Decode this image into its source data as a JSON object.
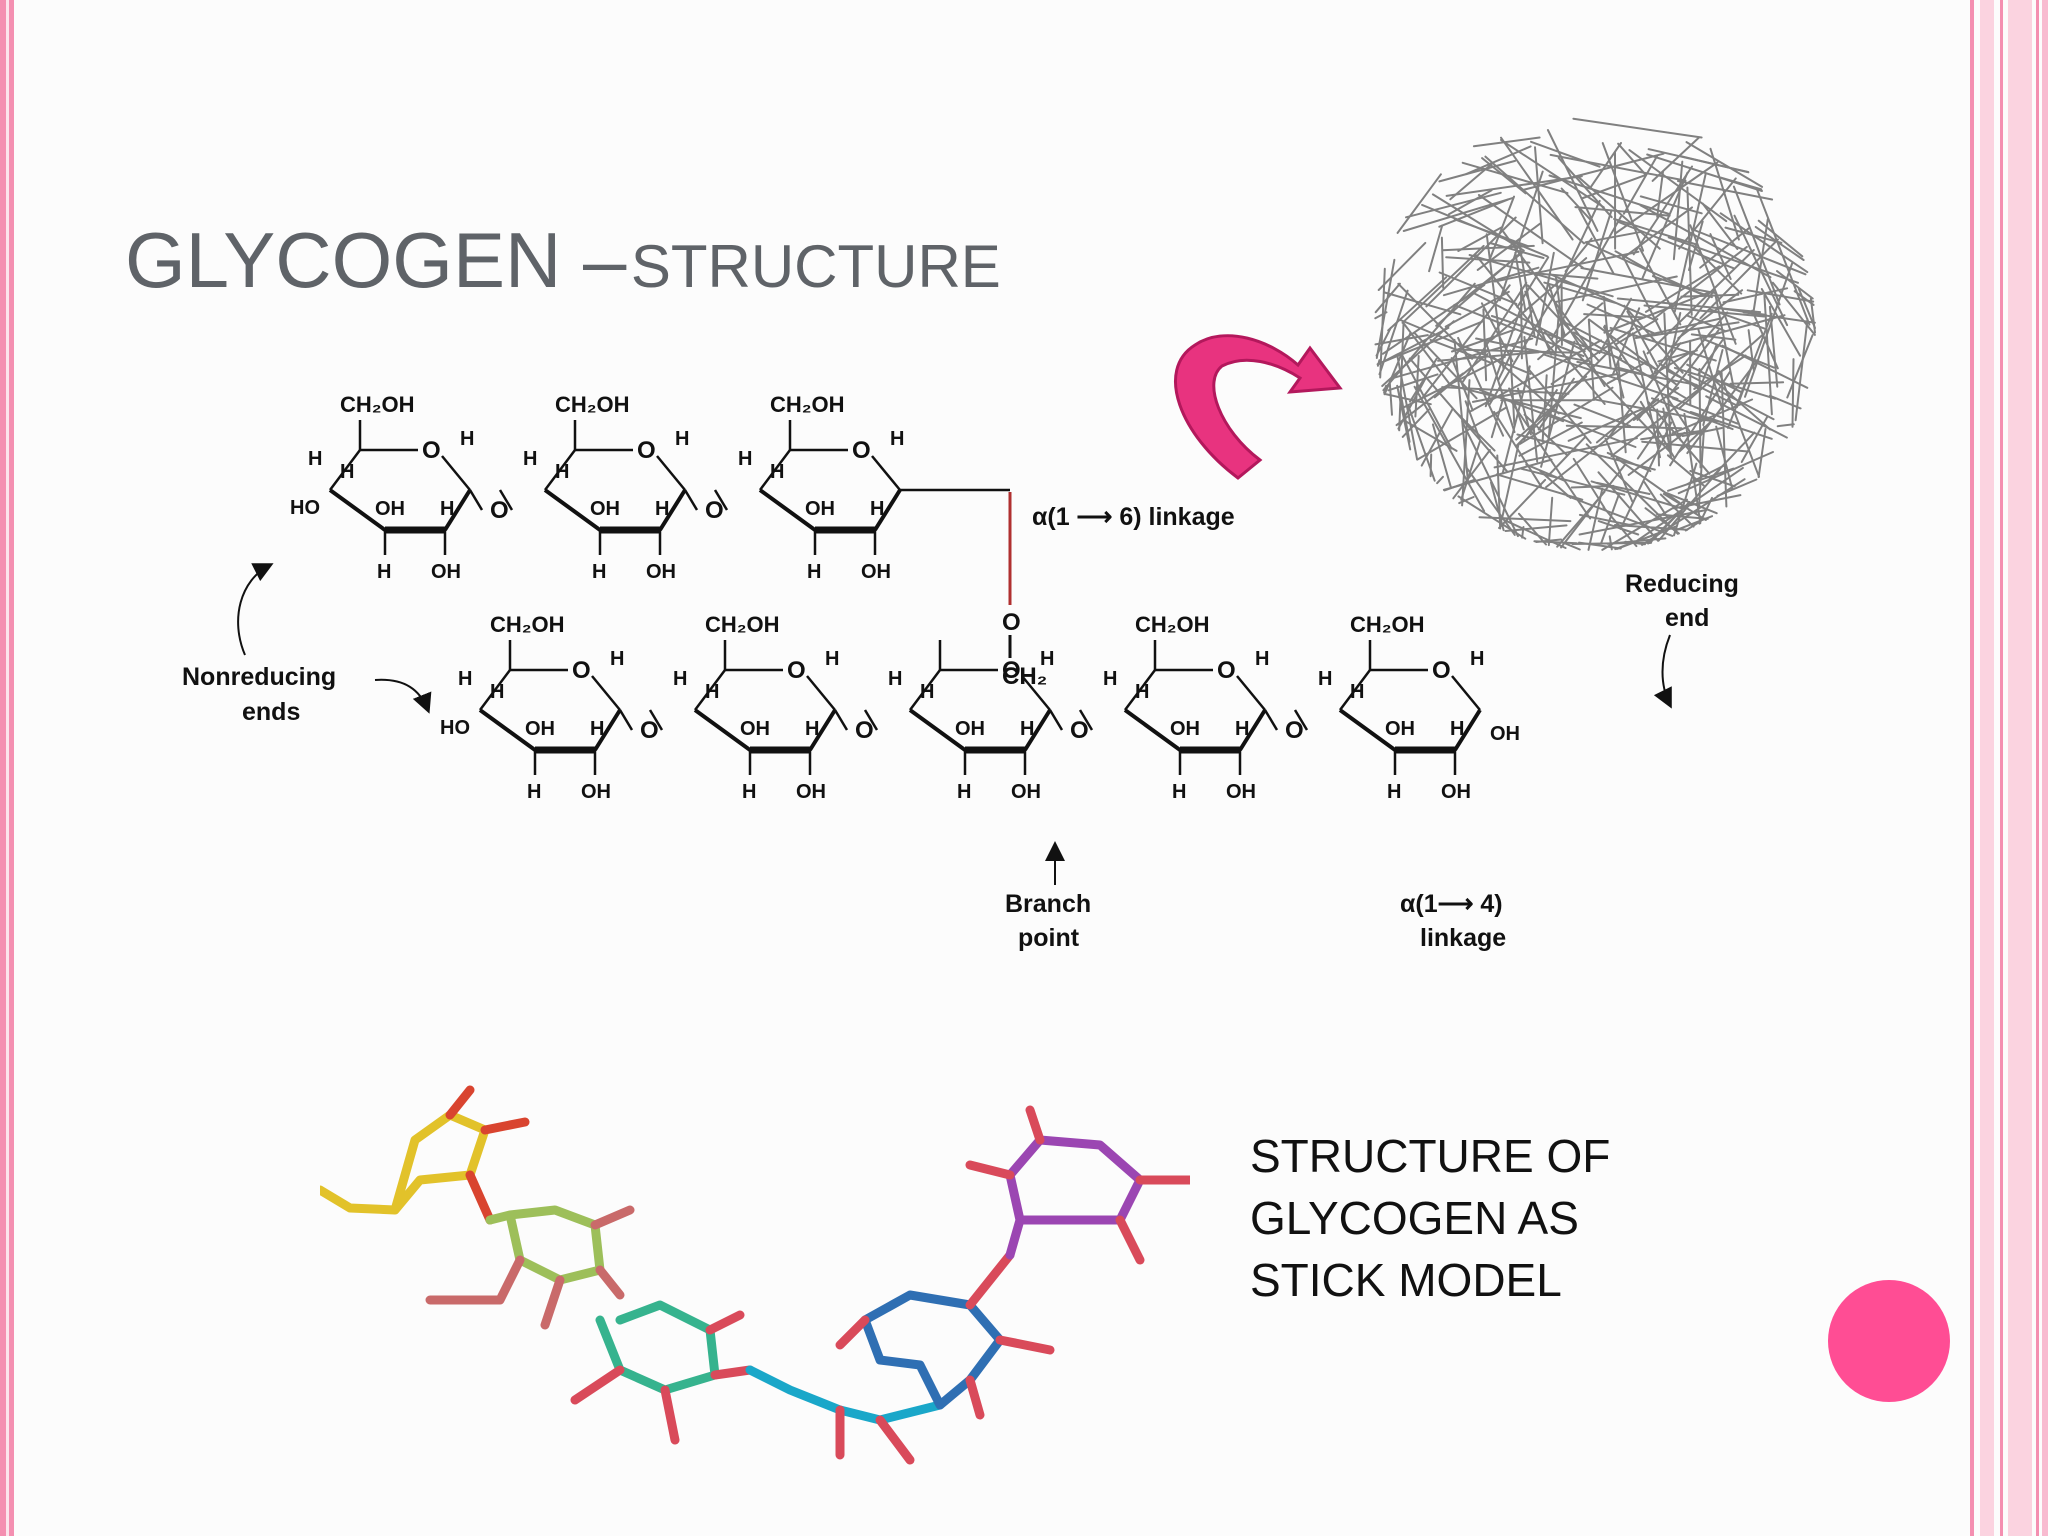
{
  "slide": {
    "title_main": "GLYCOGEN –",
    "title_sub": "STRUCTURE",
    "caption_lines": [
      "STRUCTURE OF",
      "GLYCOGEN AS",
      "STICK MODEL"
    ]
  },
  "diagram": {
    "labels": {
      "nonreducing": [
        "Nonreducing",
        "ends"
      ],
      "reducing": [
        "Reducing",
        "end"
      ],
      "branch": [
        "Branch",
        "point"
      ],
      "linkage16": "α(1 ⟶ 6) linkage",
      "linkage14": [
        "α(1⟶ 4)",
        "linkage"
      ],
      "ch2oh": "CH₂OH",
      "ch2": "CH₂",
      "o": "O",
      "h": "H",
      "oh": "OH",
      "ho": "HO"
    }
  },
  "colors": {
    "accent_pink": "#ff4d94",
    "arrow_pink": "#e8337f",
    "frame_pink": "#f48fb1",
    "sphere_gray": "#6b6b6b",
    "branch_bond": "#b03030"
  },
  "icons": {
    "curved_arrow": "curved-arrow-icon",
    "decorative_dot": "pink-circle-icon"
  }
}
